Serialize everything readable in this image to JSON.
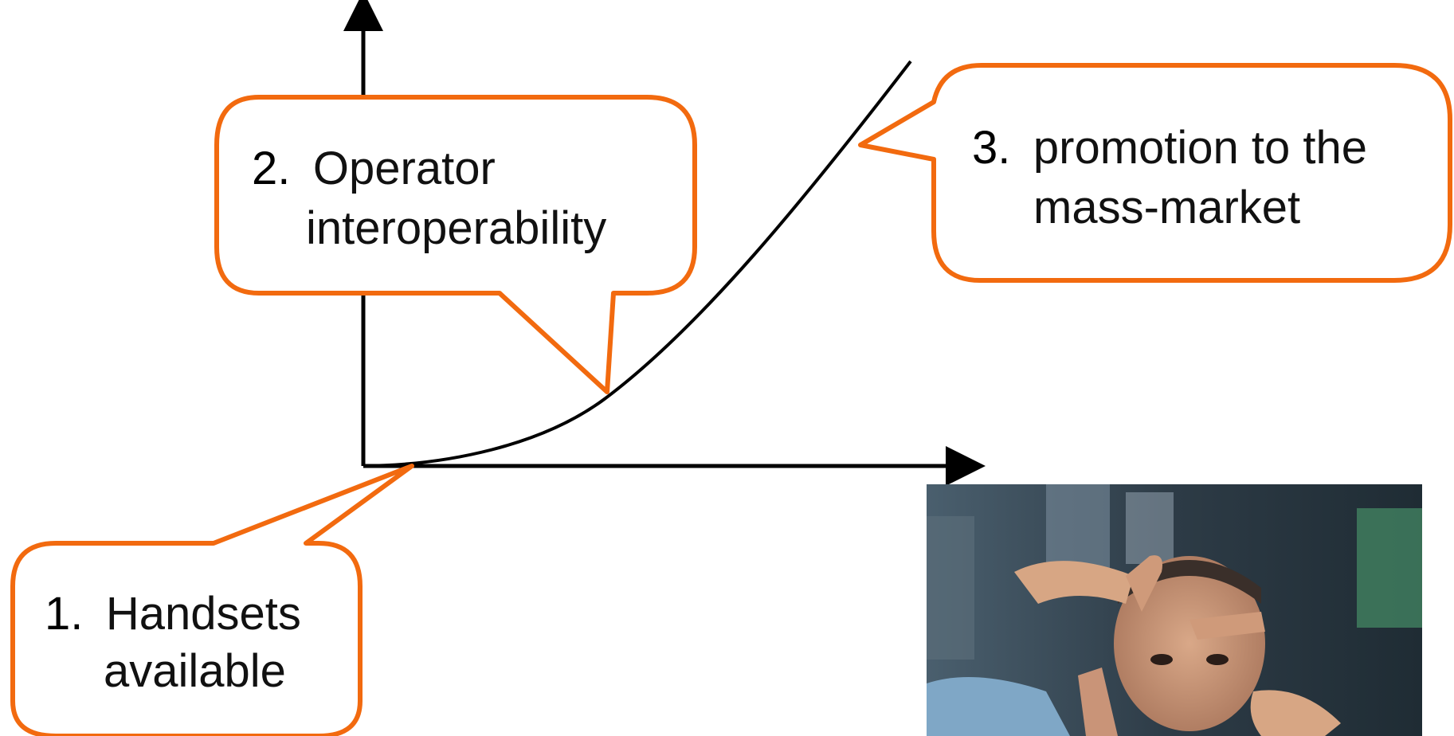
{
  "diagram": {
    "callouts": [
      {
        "number": "1.",
        "lines": [
          "Handsets",
          "available"
        ]
      },
      {
        "number": "2.",
        "lines": [
          "Operator",
          "interoperability"
        ]
      },
      {
        "number": "3.",
        "lines": [
          "promotion to the",
          "mass-market"
        ]
      }
    ]
  },
  "colors": {
    "callout_border": "#f26a0f",
    "axis": "#000000",
    "curve": "#000000",
    "text": "#111111"
  },
  "photo": {
    "subject": "man framing the camera with his hands"
  }
}
